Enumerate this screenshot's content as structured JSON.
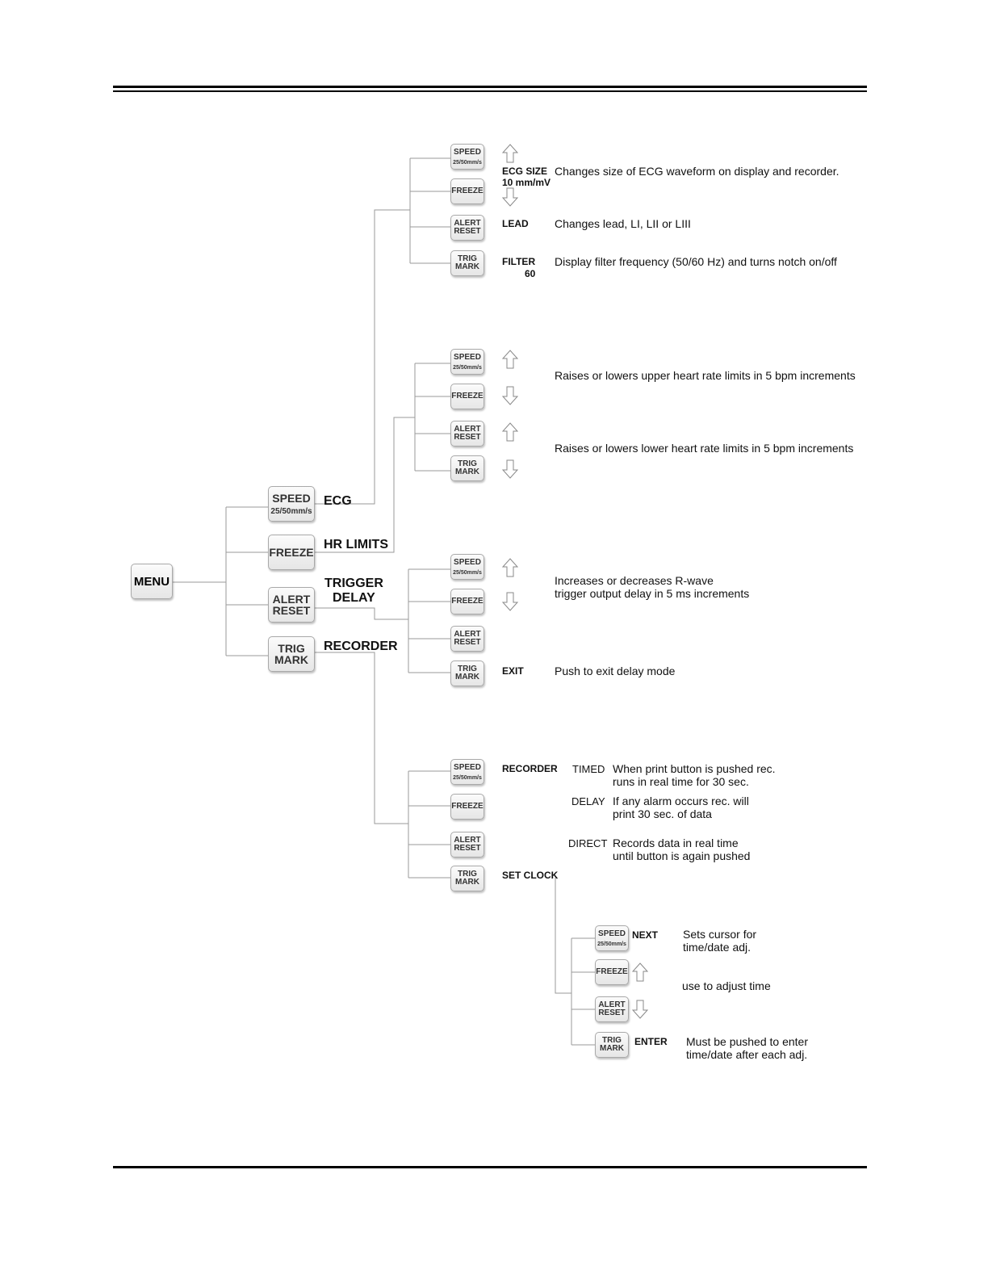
{
  "menu_button": "MENU",
  "keys": {
    "speed": "SPEED",
    "speed_sub": "25/50mm/s",
    "freeze": "FREEZE",
    "alert_line1": "ALERT",
    "alert_line2": "RESET",
    "trig_line1": "TRIG",
    "trig_line2": "MARK"
  },
  "categories": {
    "ecg": "ECG",
    "hr_limits": "HR LIMITS",
    "trigger_line1": "TRIGGER",
    "trigger_line2": "DELAY",
    "recorder": "RECORDER"
  },
  "ecg_branch": {
    "ecg_size_label": "ECG SIZE",
    "ecg_size_value": "10 mm/mV",
    "ecg_size_desc": "Changes size of ECG waveform on display and recorder.",
    "lead_label": "LEAD",
    "lead_desc": "Changes lead, LI, LII or LIII",
    "filter_label": "FILTER",
    "filter_value": "60",
    "filter_desc": "Display filter frequency (50/60 Hz) and turns notch on/off"
  },
  "hr_branch": {
    "upper_desc": "Raises or lowers upper heart rate limits in 5 bpm increments",
    "lower_desc": "Raises or lowers lower heart rate limits in 5 bpm increments"
  },
  "trigger_branch": {
    "delay_desc_line1": "Increases or decreases R-wave",
    "delay_desc_line2": "trigger output delay in 5 ms increments",
    "exit_label": "EXIT",
    "exit_desc": "Push to exit delay mode"
  },
  "recorder_branch": {
    "recorder_label": "RECORDER",
    "timed_label": "TIMED",
    "timed_desc_line1": "When print button is pushed rec.",
    "timed_desc_line2": "runs in real time for 30 sec.",
    "delay_label": "DELAY",
    "delay_desc_line1": "If any alarm occurs rec. will",
    "delay_desc_line2": "print 30 sec. of data",
    "direct_label": "DIRECT",
    "direct_desc_line1": "Records data in real time",
    "direct_desc_line2": "until button is again pushed",
    "set_clock_label": "SET CLOCK"
  },
  "clock_branch": {
    "next_label": "NEXT",
    "next_desc_line1": "Sets cursor for",
    "next_desc_line2": "time/date adj.",
    "adjust_desc": "use to adjust time",
    "enter_label": "ENTER",
    "enter_desc_line1": "Must be pushed to enter",
    "enter_desc_line2": "time/date after each adj."
  }
}
